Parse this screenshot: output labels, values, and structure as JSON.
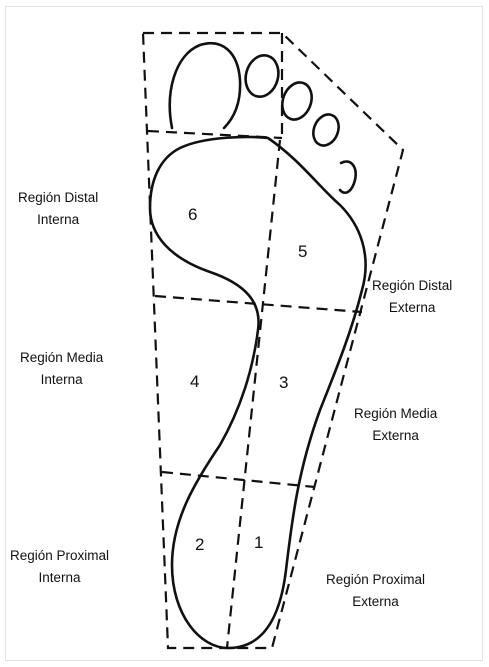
{
  "regions": [
    {
      "id": "distal-interna",
      "line1": "Región Distal",
      "line2": "Interna"
    },
    {
      "id": "distal-externa",
      "line1": "Región Distal",
      "line2": "Externa"
    },
    {
      "id": "media-interna",
      "line1": "Región Media",
      "line2": "Interna"
    },
    {
      "id": "media-externa",
      "line1": "Región Media",
      "line2": "Externa"
    },
    {
      "id": "proximal-interna",
      "line1": "Región Proximal",
      "line2": "Interna"
    },
    {
      "id": "proximal-externa",
      "line1": "Región Proximal",
      "line2": "Externa"
    }
  ],
  "zone_numbers": [
    "1",
    "2",
    "3",
    "4",
    "5",
    "6"
  ]
}
